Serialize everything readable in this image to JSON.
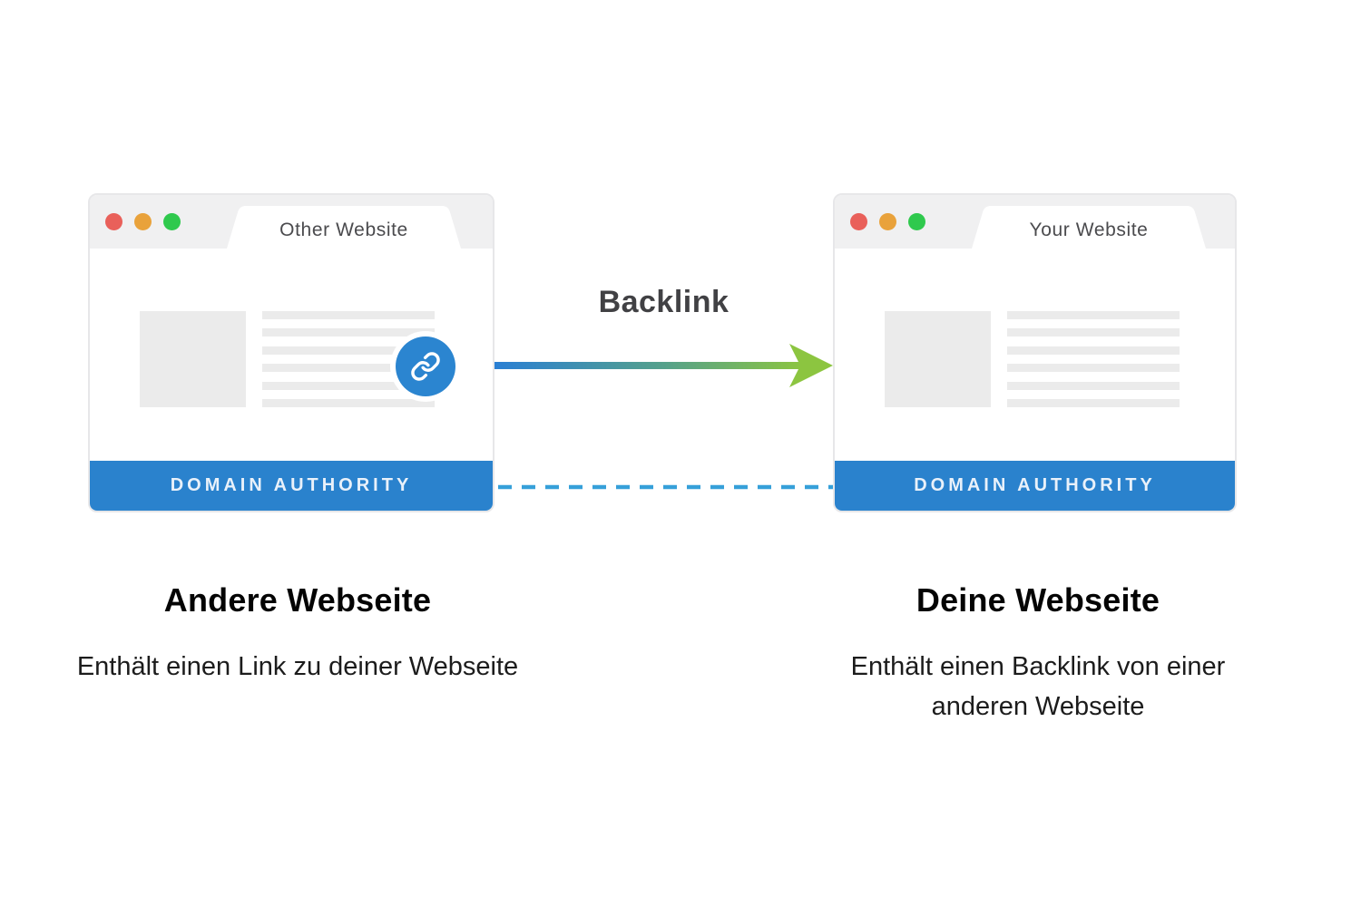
{
  "colors": {
    "domain_bar_blue": "#2a82cd",
    "link_badge_blue": "#2b85d0",
    "arrow_blue": "#2a7fd4",
    "arrow_green": "#8cc540",
    "dashed_blue": "#36a0d9",
    "dot_red": "#e9605a",
    "dot_yellow": "#e9a23b",
    "dot_green": "#2fc94d",
    "window_header_gray": "#f0f0f1",
    "placeholder_gray": "#ebebeb"
  },
  "diagram": {
    "arrow_label": "Backlink",
    "windows": {
      "left": {
        "tab_title": "Other Website",
        "footer_label": "DOMAIN AUTHORITY"
      },
      "right": {
        "tab_title": "Your Website",
        "footer_label": "DOMAIN AUTHORITY"
      }
    },
    "captions": {
      "left": {
        "title": "Andere Webseite",
        "description": "Enthält einen Link zu deiner Webseite"
      },
      "right": {
        "title": "Deine Webseite",
        "description": "Enthält einen Backlink von einer anderen Webseite"
      }
    }
  }
}
